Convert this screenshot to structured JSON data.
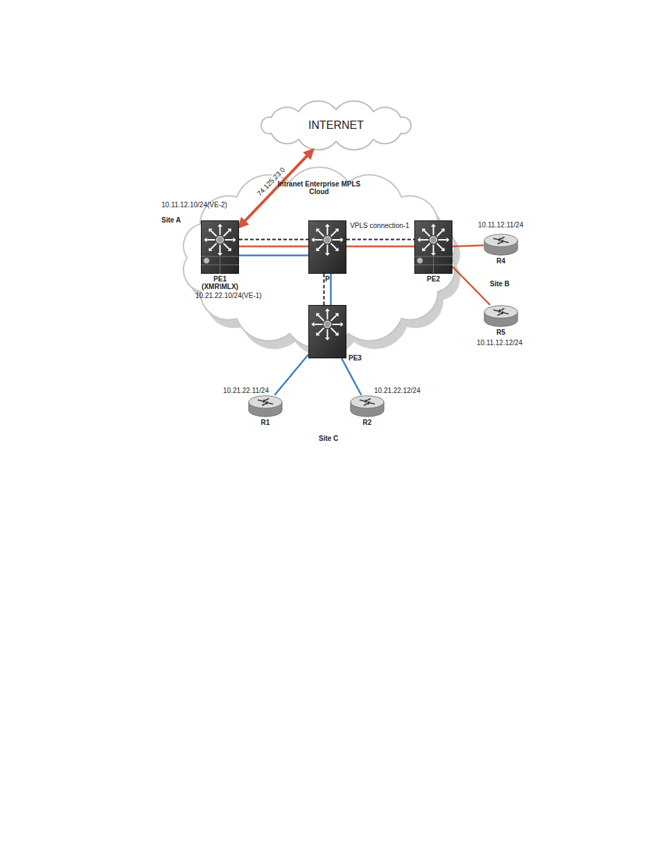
{
  "diagram": {
    "nodes": [
      {
        "text": [
          "INTERNET"
        ]
      },
      {
        "text": [
          "Intranet Enterprise MPLS Cloud"
        ]
      },
      {
        "text": [
          "PE1",
          "(XMR\\MLX)"
        ],
        "in": 1
      },
      {
        "text": [
          "P"
        ],
        "in": 1
      },
      {
        "text": [
          "PE2"
        ],
        "in": 1
      },
      {
        "text": [
          "PE3"
        ],
        "in": 1
      },
      {
        "text": [
          "R4"
        ]
      },
      {
        "text": [
          "R5"
        ]
      },
      {
        "text": [
          "R1"
        ]
      },
      {
        "text": [
          "R2"
        ]
      }
    ],
    "edges": [
      {
        "from": 2,
        "to": 0,
        "arrow": "both",
        "label": "74.125.23.0"
      },
      {
        "from": 2,
        "to": 3,
        "arrow": "none"
      },
      {
        "from": 3,
        "to": 4,
        "arrow": "none",
        "label": "VPLS connection-1"
      },
      {
        "from": 5,
        "to": 3,
        "arrow": "none"
      },
      {
        "from": 4,
        "to": 6,
        "arrow": "none"
      },
      {
        "from": 4,
        "to": 7,
        "arrow": "none"
      },
      {
        "from": 5,
        "to": 8,
        "arrow": "none"
      },
      {
        "from": 5,
        "to": 9,
        "arrow": "none"
      }
    ],
    "labels": [
      "10.11.12.10/24(VE-2)",
      "Site A",
      "10.21.22.10/24(VE-1)",
      "10.11.12.11/24",
      "Site B",
      "10.11.12.12/24",
      "10.21.22.11/24",
      "10.21.22.12/24",
      "Site C"
    ]
  }
}
